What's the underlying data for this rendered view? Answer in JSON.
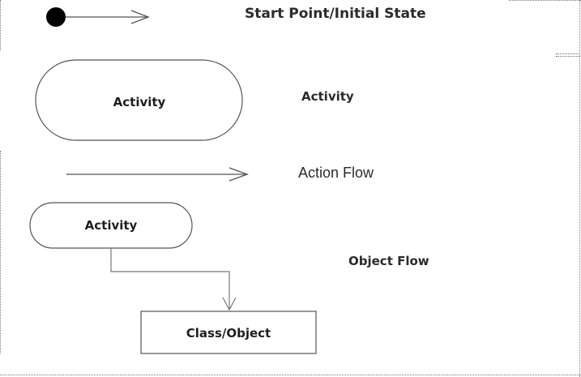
{
  "diagram": {
    "legend_labels": {
      "start_point": "Start Point/Initial State",
      "activity": "Activity",
      "action_flow": "Action Flow",
      "object_flow": "Object Flow"
    },
    "shapes": {
      "activity_large": "Activity",
      "activity_small": "Activity",
      "class_object": "Class/Object"
    },
    "colors": {
      "stroke": "#555555",
      "text": "#2b2b2b",
      "start_node_fill": "#000000"
    }
  }
}
